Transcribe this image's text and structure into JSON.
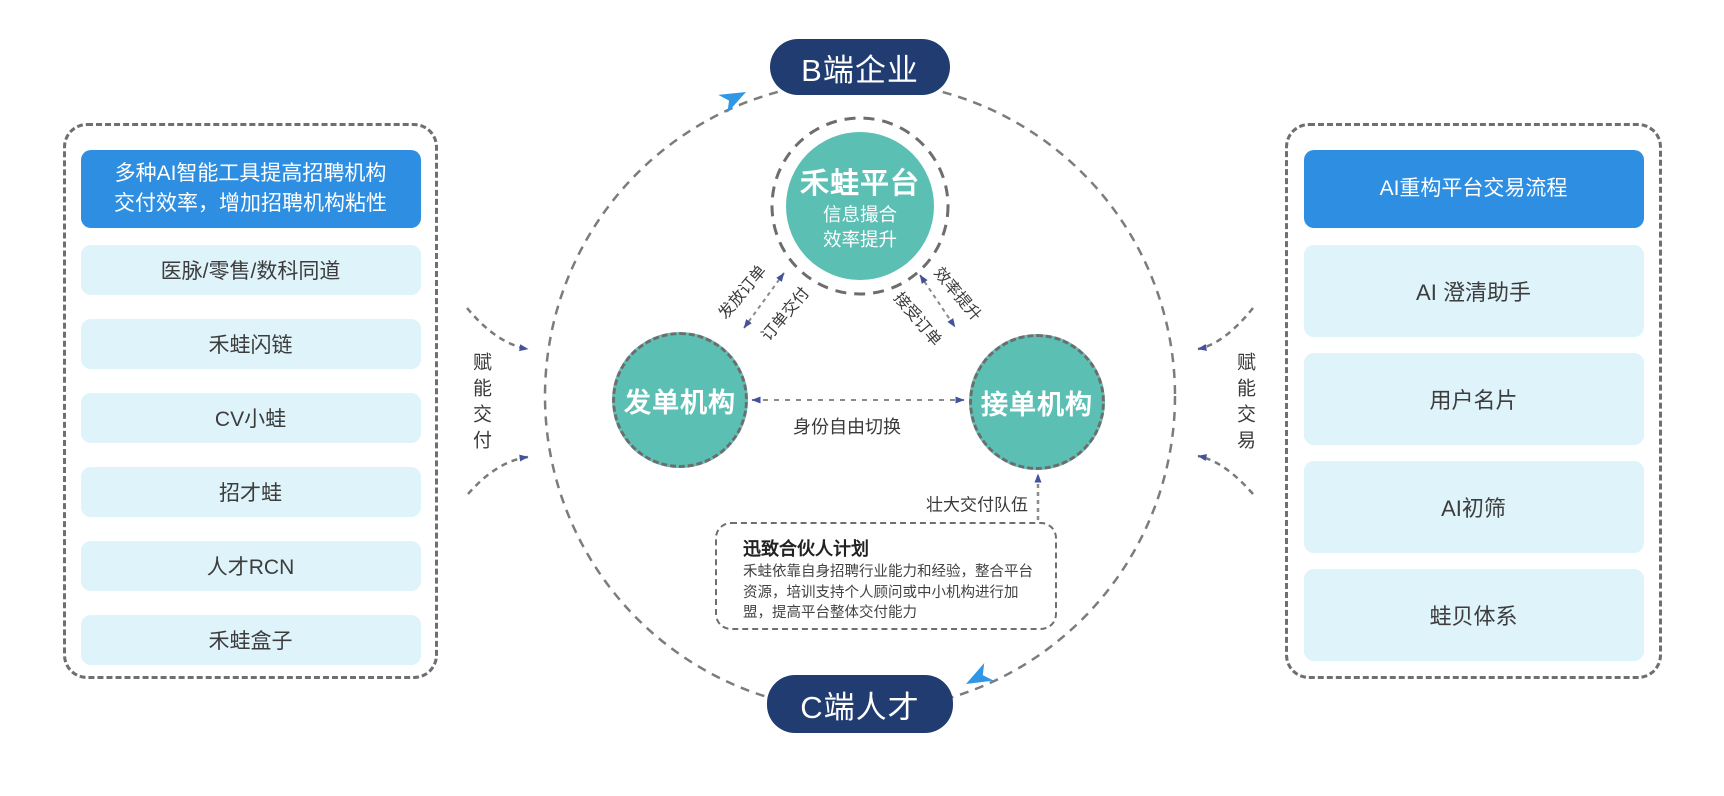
{
  "colors": {
    "navy": "#203c70",
    "teal": "#5cbfb4",
    "header_blue": "#2e8fe2",
    "item_light_blue": "#def3fa",
    "dash_gray": "#6f6f6f",
    "small_arrow_navy": "#44519b",
    "big_arrow_blue": "#2f97e6"
  },
  "nodes": {
    "b_side": "B端企业",
    "c_side": "C端人才",
    "platform": {
      "title": "禾蛙平台",
      "subtitle_1": "信息撮合",
      "subtitle_2": "效率提升"
    },
    "issuing_agency": "发单机构",
    "receiving_agency": "接单机构"
  },
  "edges": {
    "issue_order": "发放订单",
    "order_delivery": "订单交付",
    "efficiency_boost": "效率提升",
    "accept_order": "接受订单",
    "identity_switch": "身份自由切换",
    "grow_delivery_team": "壮大交付队伍",
    "empower_delivery": "赋能交付",
    "empower_trade": "赋能交易"
  },
  "left_panel": {
    "header_line1": "多种AI智能工具提高招聘机构",
    "header_line2": "交付效率，增加招聘机构粘性",
    "items": [
      "医脉/零售/数科同道",
      "禾蛙闪链",
      "CV小蛙",
      "招才蛙",
      "人才RCN",
      "禾蛙盒子"
    ]
  },
  "right_panel": {
    "header": "AI重构平台交易流程",
    "items": [
      "AI 澄清助手",
      "用户名片",
      "AI初筛",
      "蛙贝体系"
    ]
  },
  "partner_box": {
    "title": "迅致合伙人计划",
    "body": "禾蛙依靠自身招聘行业能力和经验，整合平台资源，培训支持个人顾问或中小机构进行加盟，提高平台整体交付能力"
  }
}
